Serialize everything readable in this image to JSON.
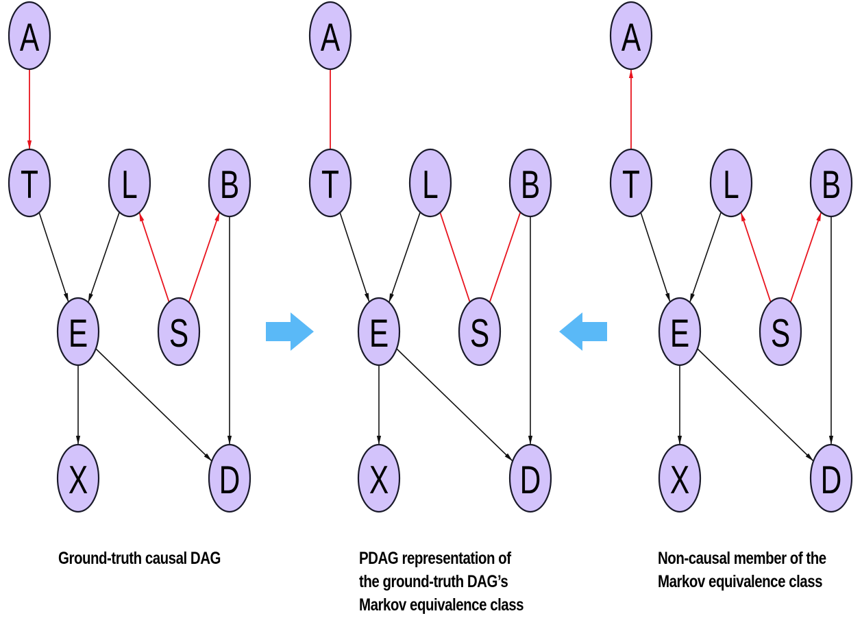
{
  "colors": {
    "node_fill": "#d3c3fb",
    "node_stroke": "#1a1a2a",
    "edge_black": "#111111",
    "edge_red": "#e8141e",
    "arrow_blue": "#5ab9f7"
  },
  "graphs": [
    {
      "id": "ground-truth",
      "caption": [
        "Ground-truth causal DAG"
      ],
      "edges": [
        {
          "from": "A",
          "to": "T",
          "color": "red",
          "directed": true
        },
        {
          "from": "T",
          "to": "E",
          "color": "black",
          "directed": true
        },
        {
          "from": "L",
          "to": "E",
          "color": "black",
          "directed": true
        },
        {
          "from": "S",
          "to": "L",
          "color": "red",
          "directed": true
        },
        {
          "from": "S",
          "to": "B",
          "color": "red",
          "directed": true
        },
        {
          "from": "B",
          "to": "D",
          "color": "black",
          "directed": true
        },
        {
          "from": "E",
          "to": "X",
          "color": "black",
          "directed": true
        },
        {
          "from": "E",
          "to": "D",
          "color": "black",
          "directed": true
        }
      ]
    },
    {
      "id": "pdag",
      "caption": [
        "PDAG representation of",
        "the ground-truth DAG’s",
        "Markov equivalence class"
      ],
      "edges": [
        {
          "from": "A",
          "to": "T",
          "color": "red",
          "directed": false
        },
        {
          "from": "T",
          "to": "E",
          "color": "black",
          "directed": true
        },
        {
          "from": "L",
          "to": "E",
          "color": "black",
          "directed": true
        },
        {
          "from": "S",
          "to": "L",
          "color": "red",
          "directed": false
        },
        {
          "from": "S",
          "to": "B",
          "color": "red",
          "directed": false
        },
        {
          "from": "B",
          "to": "D",
          "color": "black",
          "directed": true
        },
        {
          "from": "E",
          "to": "X",
          "color": "black",
          "directed": true
        },
        {
          "from": "E",
          "to": "D",
          "color": "black",
          "directed": true
        }
      ]
    },
    {
      "id": "non-causal-member",
      "caption": [
        "Non-causal member of the",
        "Markov equivalence class"
      ],
      "edges": [
        {
          "from": "T",
          "to": "A",
          "color": "red",
          "directed": true
        },
        {
          "from": "T",
          "to": "E",
          "color": "black",
          "directed": true
        },
        {
          "from": "L",
          "to": "E",
          "color": "black",
          "directed": true
        },
        {
          "from": "S",
          "to": "L",
          "color": "red",
          "directed": true
        },
        {
          "from": "S",
          "to": "B",
          "color": "red",
          "directed": true
        },
        {
          "from": "B",
          "to": "D",
          "color": "black",
          "directed": true
        },
        {
          "from": "E",
          "to": "X",
          "color": "black",
          "directed": true
        },
        {
          "from": "E",
          "to": "D",
          "color": "black",
          "directed": true
        }
      ]
    }
  ],
  "nodes": [
    "A",
    "T",
    "L",
    "B",
    "E",
    "S",
    "X",
    "D"
  ],
  "connectors": [
    {
      "from": "ground-truth",
      "to": "pdag",
      "direction": "right",
      "icon": "arrow-right-icon"
    },
    {
      "from": "non-causal-member",
      "to": "pdag",
      "direction": "left",
      "icon": "arrow-left-icon"
    }
  ]
}
